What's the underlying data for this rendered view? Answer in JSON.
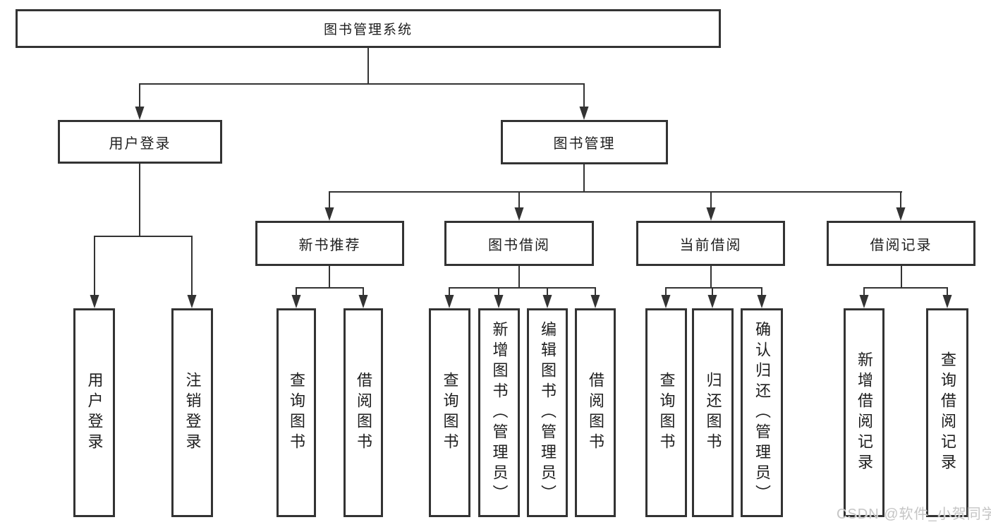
{
  "diagram": {
    "root": {
      "label": "图书管理系统"
    },
    "branches": [
      {
        "label": "用户登录",
        "children": [
          {
            "label": "用户登录"
          },
          {
            "label": "注销登录"
          }
        ]
      },
      {
        "label": "图书管理",
        "children": [
          {
            "label": "新书推荐",
            "children": [
              {
                "label": "查询图书"
              },
              {
                "label": "借阅图书"
              }
            ]
          },
          {
            "label": "图书借阅",
            "children": [
              {
                "label": "查询图书"
              },
              {
                "label": "新增图书（管理员）"
              },
              {
                "label": "编辑图书（管理员）"
              },
              {
                "label": "借阅图书"
              }
            ]
          },
          {
            "label": "当前借阅",
            "children": [
              {
                "label": "查询图书"
              },
              {
                "label": "归还图书"
              },
              {
                "label": "确认归还（管理员）"
              }
            ]
          },
          {
            "label": "借阅记录",
            "children": [
              {
                "label": "新增借阅记录"
              },
              {
                "label": "查询借阅记录"
              }
            ]
          }
        ]
      }
    ],
    "watermark": "CSDN @软件_小贺同学",
    "colors": {
      "line": "#333333",
      "text": "#1e1e1e",
      "background": "#ffffff",
      "watermark": "#c5c5c5"
    }
  }
}
